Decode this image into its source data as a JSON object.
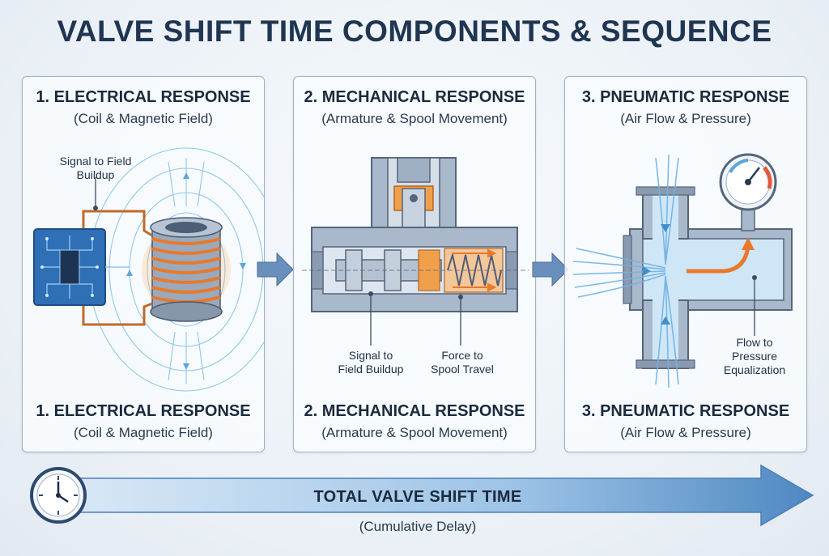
{
  "title": "VALVE SHIFT TIME COMPONENTS & SEQUENCE",
  "panels": [
    {
      "title": "1. ELECTRICAL RESPONSE",
      "subtitle": "(Coil & Magnetic Field)",
      "callouts": [
        "Signal to Field",
        "Buildup"
      ]
    },
    {
      "title": "2. MECHANICAL RESPONSE",
      "subtitle": "(Armature & Spool Movement)",
      "callouts": [
        {
          "line1": "Signal to",
          "line2": "Field Buildup"
        },
        {
          "line1": "Force to",
          "line2": "Spool Travel"
        }
      ]
    },
    {
      "title": "3. PNEUMATIC RESPONSE",
      "subtitle": "(Air Flow & Pressure)",
      "callouts": [
        "Flow to",
        "Pressure",
        "Equalization"
      ]
    }
  ],
  "timeline": {
    "title": "TOTAL VALVE SHIFT TIME",
    "subtitle": "(Cumulative Delay)"
  },
  "colors": {
    "accent_orange": "#e8792b",
    "steel_blue": "#7f96b3",
    "airflow_blue": "#6fb3e6",
    "timeline_blue": "#5d93c8"
  }
}
